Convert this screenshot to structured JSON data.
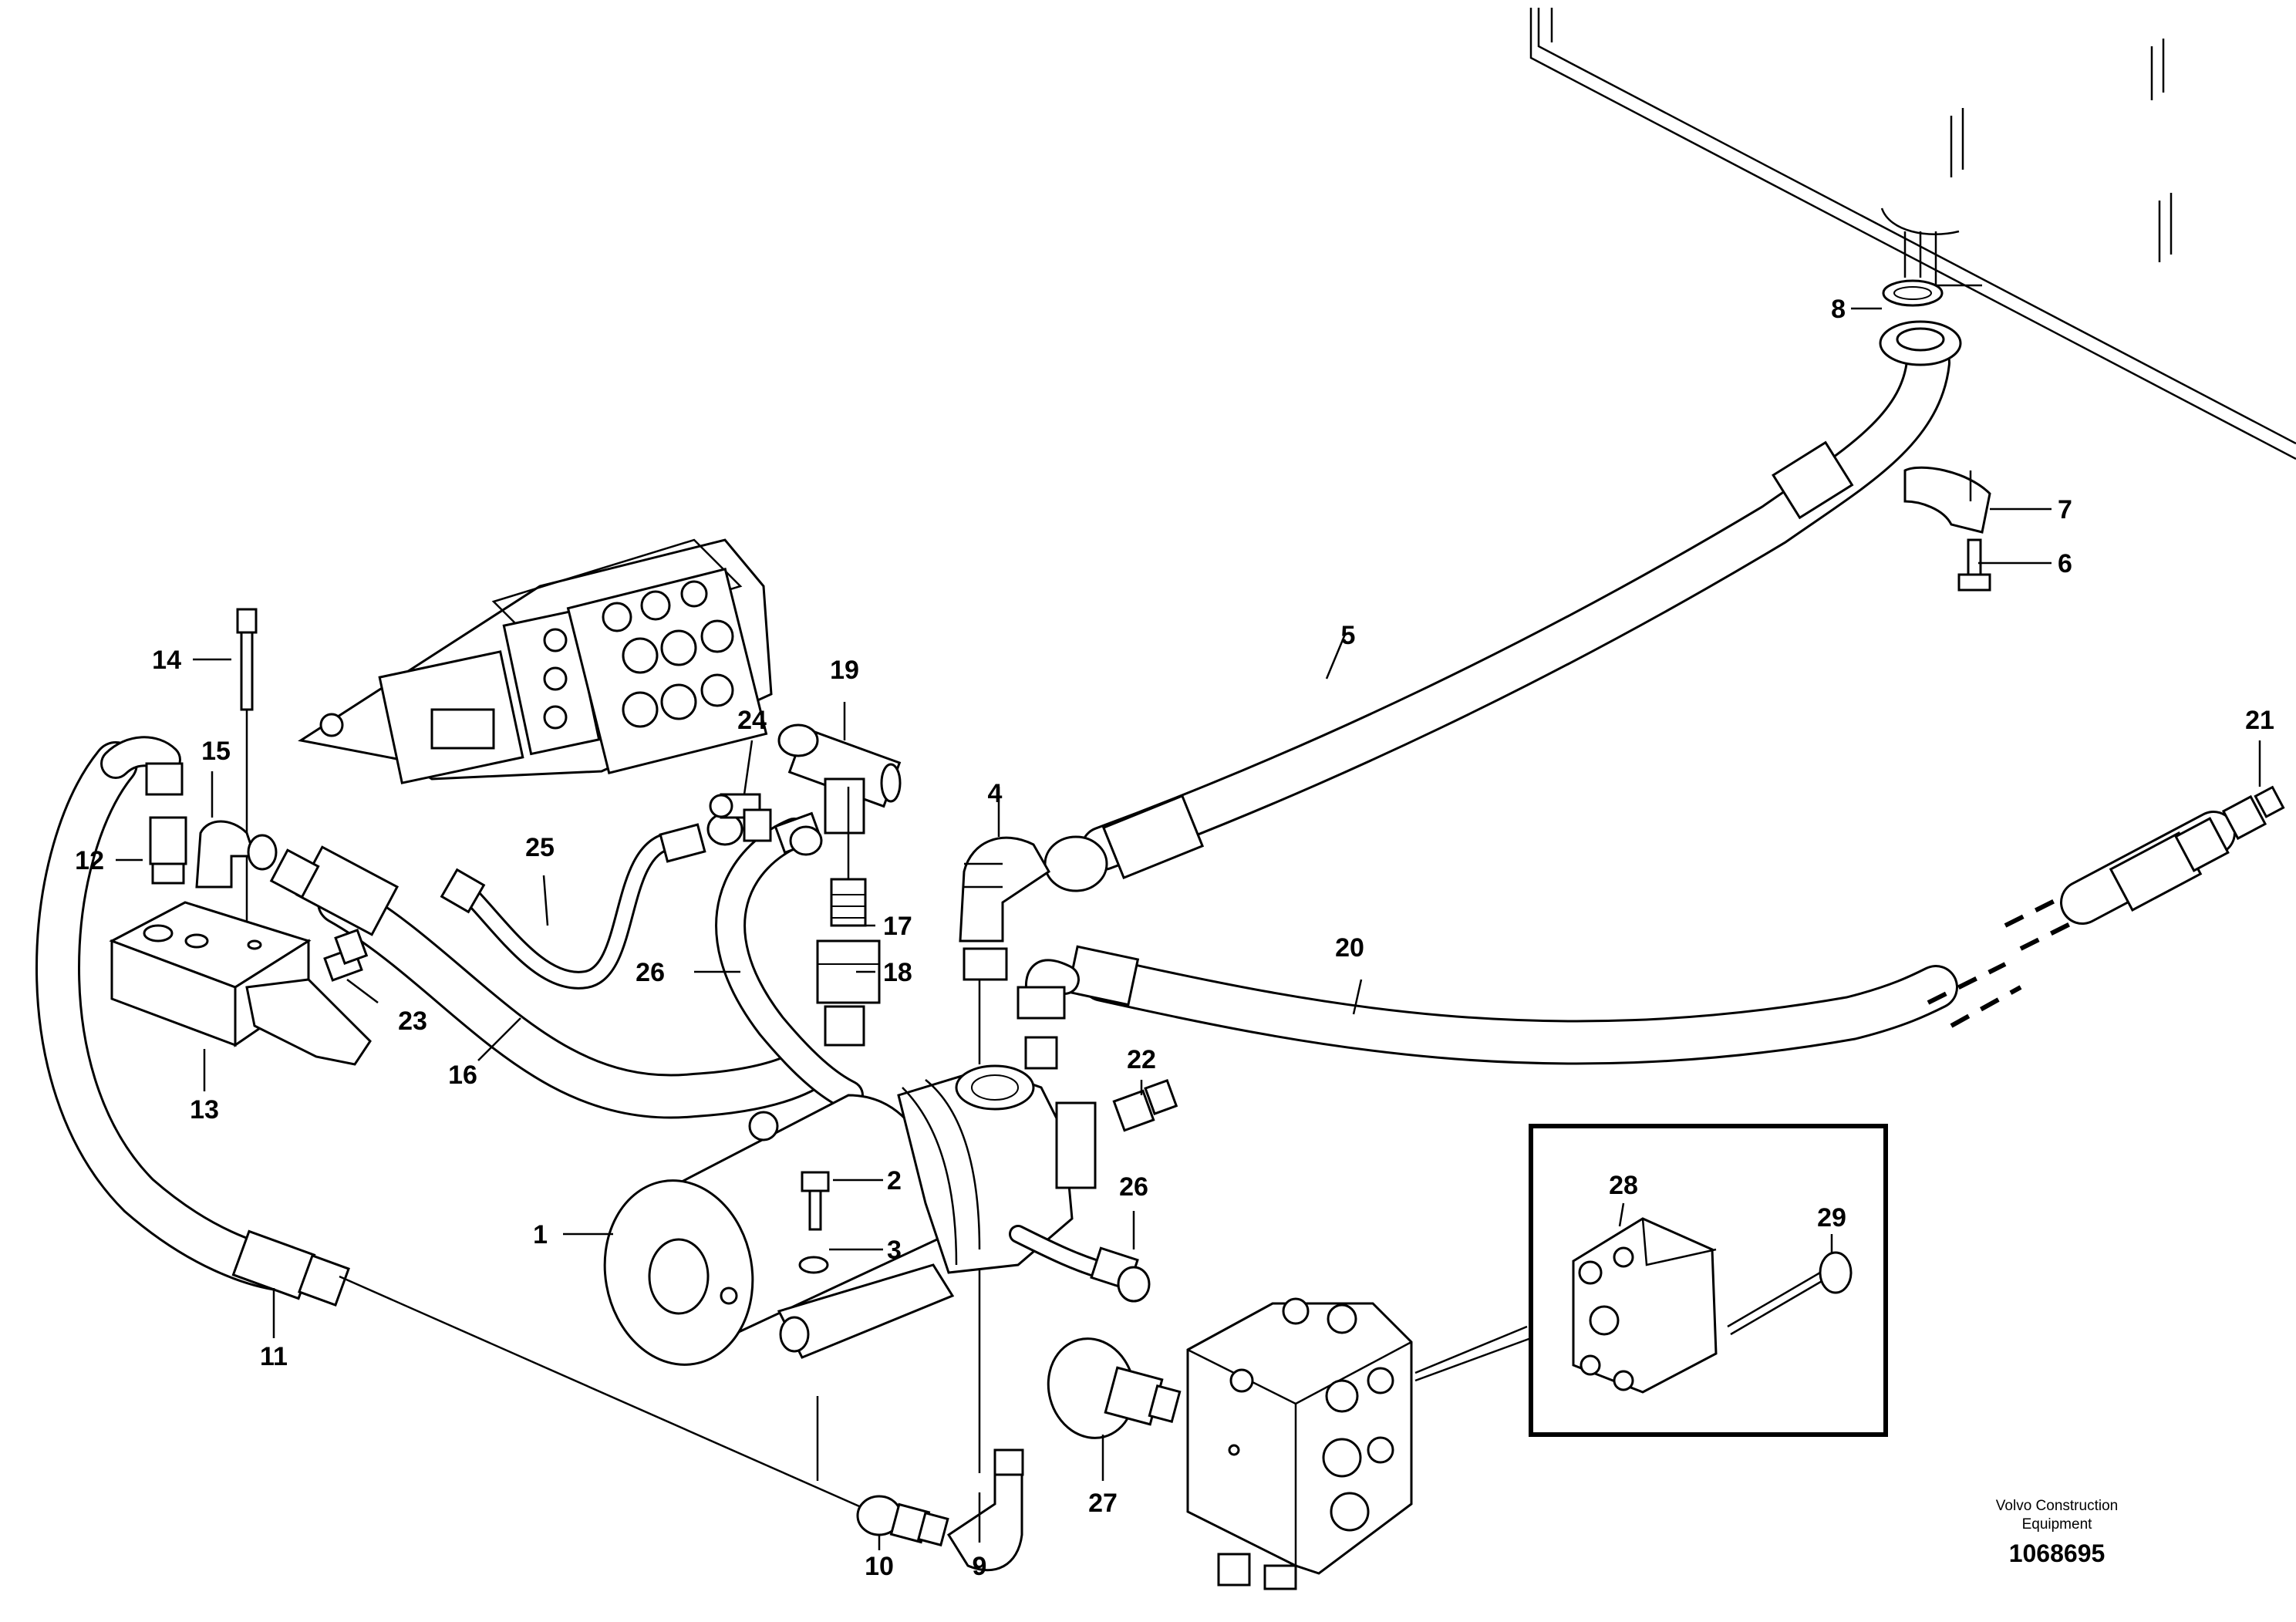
{
  "callouts": [
    {
      "id": "c1",
      "label": "1"
    },
    {
      "id": "c2",
      "label": "2"
    },
    {
      "id": "c3",
      "label": "3"
    },
    {
      "id": "c4",
      "label": "4"
    },
    {
      "id": "c5",
      "label": "5"
    },
    {
      "id": "c6",
      "label": "6"
    },
    {
      "id": "c7",
      "label": "7"
    },
    {
      "id": "c8",
      "label": "8"
    },
    {
      "id": "c9",
      "label": "9"
    },
    {
      "id": "c10",
      "label": "10"
    },
    {
      "id": "c11",
      "label": "11"
    },
    {
      "id": "c12",
      "label": "12"
    },
    {
      "id": "c13",
      "label": "13"
    },
    {
      "id": "c14",
      "label": "14"
    },
    {
      "id": "c15",
      "label": "15"
    },
    {
      "id": "c16",
      "label": "16"
    },
    {
      "id": "c17",
      "label": "17"
    },
    {
      "id": "c18",
      "label": "18"
    },
    {
      "id": "c19",
      "label": "19"
    },
    {
      "id": "c20",
      "label": "20"
    },
    {
      "id": "c21",
      "label": "21"
    },
    {
      "id": "c22",
      "label": "22"
    },
    {
      "id": "c23",
      "label": "23"
    },
    {
      "id": "c24",
      "label": "24"
    },
    {
      "id": "c25",
      "label": "25"
    },
    {
      "id": "c26a",
      "label": "26"
    },
    {
      "id": "c26b",
      "label": "26"
    },
    {
      "id": "c27",
      "label": "27"
    },
    {
      "id": "c28",
      "label": "28"
    },
    {
      "id": "c29",
      "label": "29"
    }
  ],
  "credit": {
    "line1": "Volvo Construction",
    "line2": "Equipment"
  },
  "document_number": "1068695"
}
